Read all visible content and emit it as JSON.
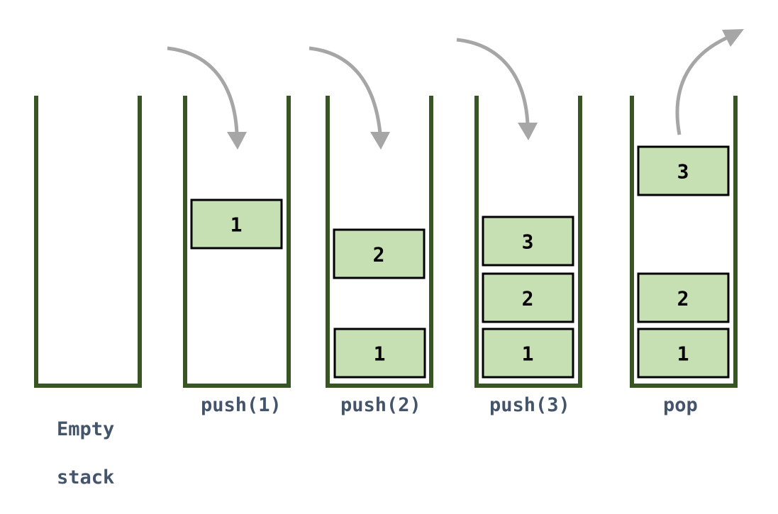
{
  "colors": {
    "container": "#375623",
    "box_fill": "#c6e0b4",
    "box_border": "#000000",
    "arrow": "#a6a6a6",
    "caption": "#44546a"
  },
  "stacks": [
    {
      "caption_line1": "Empty",
      "caption_line2": "stack",
      "items": []
    },
    {
      "caption_line1": "push(1)",
      "items": [
        "1"
      ],
      "arrow": "in"
    },
    {
      "caption_line1": "push(2)",
      "items": [
        "1",
        "2"
      ],
      "arrow": "in"
    },
    {
      "caption_line1": "push(3)",
      "items": [
        "1",
        "2",
        "3"
      ],
      "arrow": "in"
    },
    {
      "caption_line1": "pop",
      "items": [
        "1",
        "2",
        "3"
      ],
      "arrow": "out"
    }
  ]
}
